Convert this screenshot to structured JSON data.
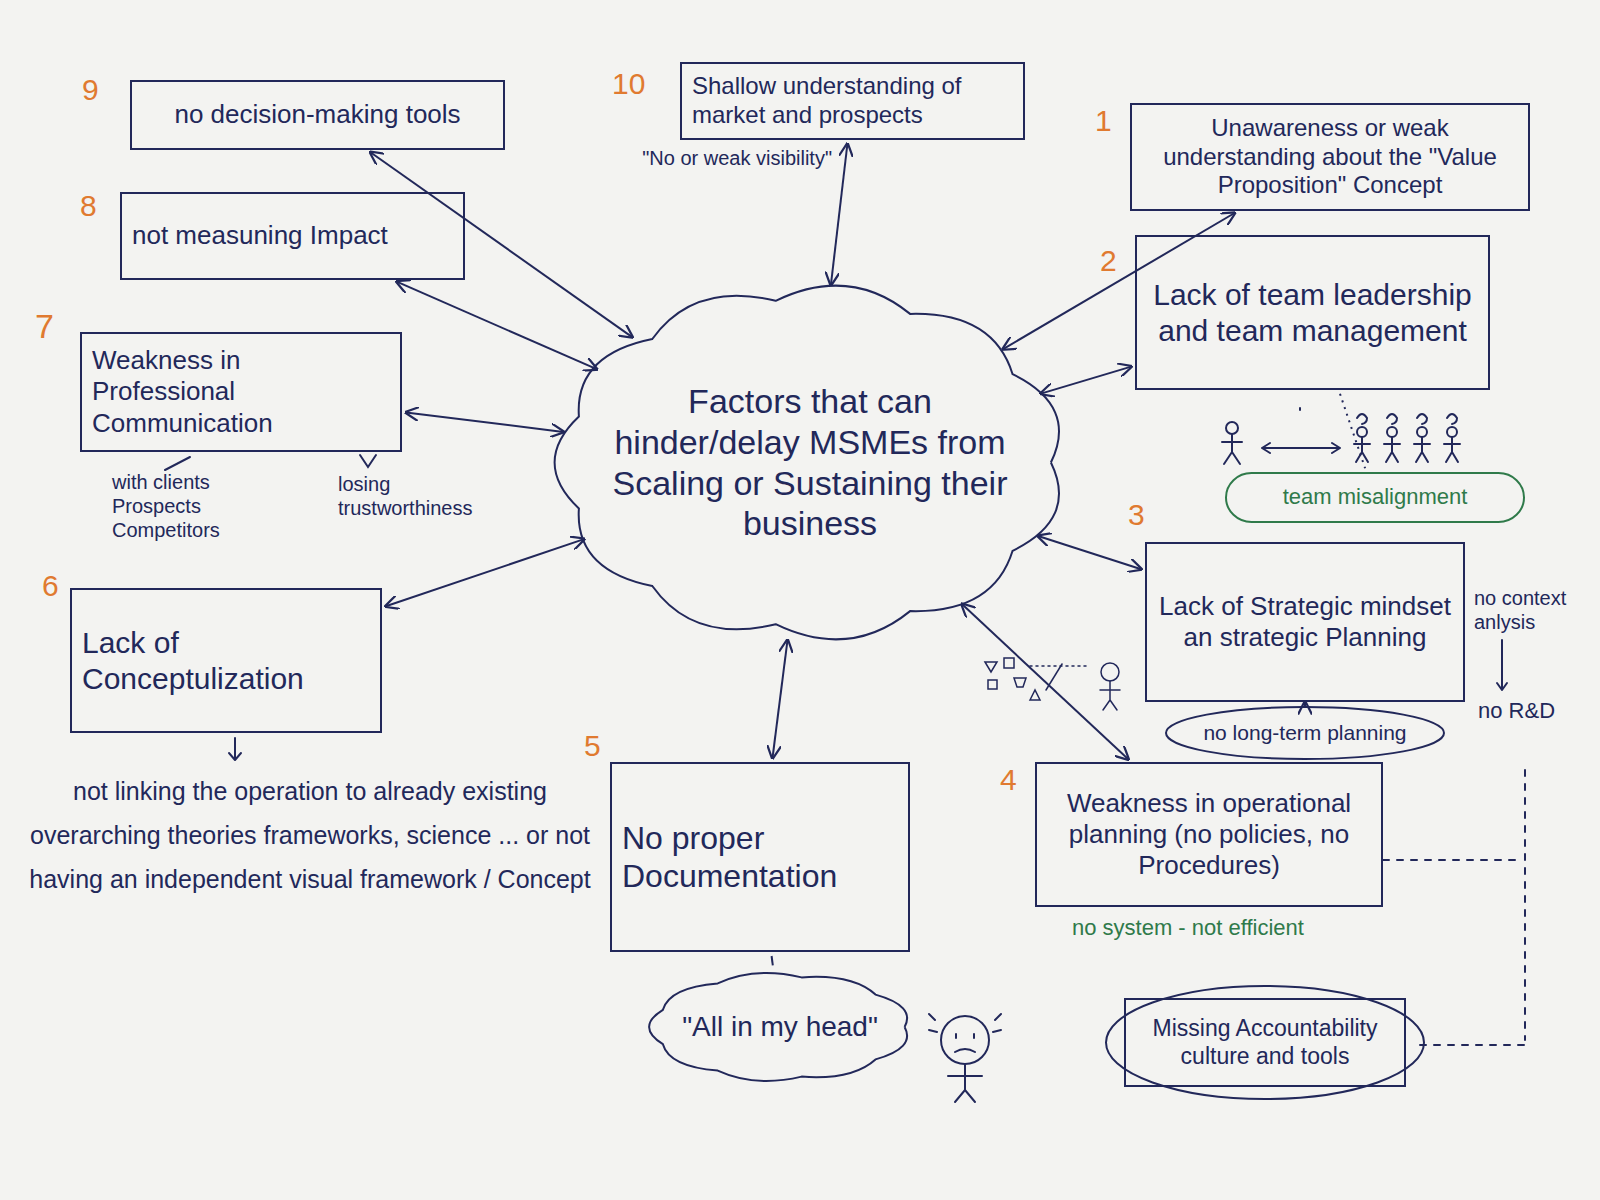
{
  "diagram": {
    "nodes": [
      {
        "text": [
          "Factors that can hinder/delay MSMEs from Scaling or Sustaining their business"
        ]
      },
      {
        "text": [
          "Unawareness or weak understanding about the \"Value Proposition\" Concept"
        ]
      },
      {
        "text": [
          "Lack of team leadership and team management"
        ]
      },
      {
        "text": [
          "team misalignment"
        ]
      },
      {
        "text": [
          "Lack of Strategic mindset an strategic Planning"
        ]
      },
      {
        "text": [
          "no long-term planning"
        ]
      },
      {
        "text": [
          "Weakness in operational planning (no policies, no Procedures)"
        ]
      },
      {
        "text": [
          "Missing Accountability culture and tools"
        ]
      },
      {
        "text": [
          "No proper Documentation"
        ]
      },
      {
        "text": [
          "\"All in my head\""
        ]
      },
      {
        "text": [
          "Lack of Conceptulization"
        ]
      },
      {
        "text": [
          "Weakness in Professional Communication"
        ]
      },
      {
        "text": [
          "not measuning Impact"
        ]
      },
      {
        "text": [
          "no decision-making tools"
        ]
      },
      {
        "text": [
          "Shallow understanding of market and prospects"
        ]
      }
    ],
    "edges": [
      {
        "from": 0,
        "to": 1,
        "arrow": "both"
      },
      {
        "from": 0,
        "to": 2,
        "arrow": "both"
      },
      {
        "from": 0,
        "to": 4,
        "arrow": "both"
      },
      {
        "from": 0,
        "to": 6,
        "arrow": "both"
      },
      {
        "from": 0,
        "to": 8,
        "arrow": "both"
      },
      {
        "from": 0,
        "to": 10,
        "arrow": "both"
      },
      {
        "from": 0,
        "to": 11,
        "arrow": "both"
      },
      {
        "from": 0,
        "to": 12,
        "arrow": "both"
      },
      {
        "from": 0,
        "to": 13,
        "arrow": "both"
      },
      {
        "from": 0,
        "to": 14,
        "arrow": "both"
      },
      {
        "from": 2,
        "to": 3,
        "arrow": "none"
      },
      {
        "from": 4,
        "to": 5,
        "arrow": "to"
      },
      {
        "from": 8,
        "to": 9,
        "arrow": "none"
      }
    ],
    "labels": [
      "1",
      "2",
      "3",
      "4",
      "5",
      "6",
      "7",
      "8",
      "9",
      "10",
      "\"No or weak visibility\"",
      "with clients Prospects Competitors",
      "losing trustworthiness",
      "not linking the operation to already existing overarching theories frameworks, science ... or not having an independent visual framework / Concept",
      "no context anlysis",
      "no R&D",
      "no system - not efficient"
    ]
  }
}
